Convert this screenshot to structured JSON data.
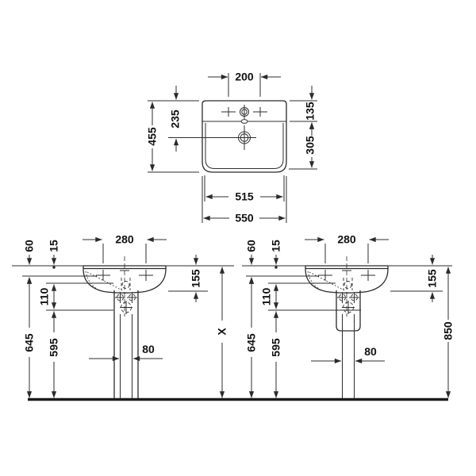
{
  "views": {
    "plan": {
      "dims": {
        "tap_hole_spacing": "200",
        "drain_from_back": "235",
        "overall_depth": "455",
        "back_ledge_depth": "135",
        "bowl_depth": "305",
        "inner_width": "515",
        "overall_width": "550"
      }
    },
    "front_pedestal": {
      "dims": {
        "fixing_hole_spacing": "280",
        "rim_to_ledge": "60",
        "rim_thickness": "15",
        "outlet_drop": "110",
        "outlet_height": "645",
        "supply_height": "595",
        "pipe_gap": "80",
        "apron_depth": "155",
        "install_height": "X"
      }
    },
    "front_half_pedestal": {
      "dims": {
        "fixing_hole_spacing": "280",
        "rim_to_ledge": "60",
        "rim_thickness": "15",
        "outlet_drop": "110",
        "outlet_height": "645",
        "supply_height": "595",
        "pipe_gap": "80",
        "apron_depth": "155",
        "install_height": "850"
      }
    }
  }
}
